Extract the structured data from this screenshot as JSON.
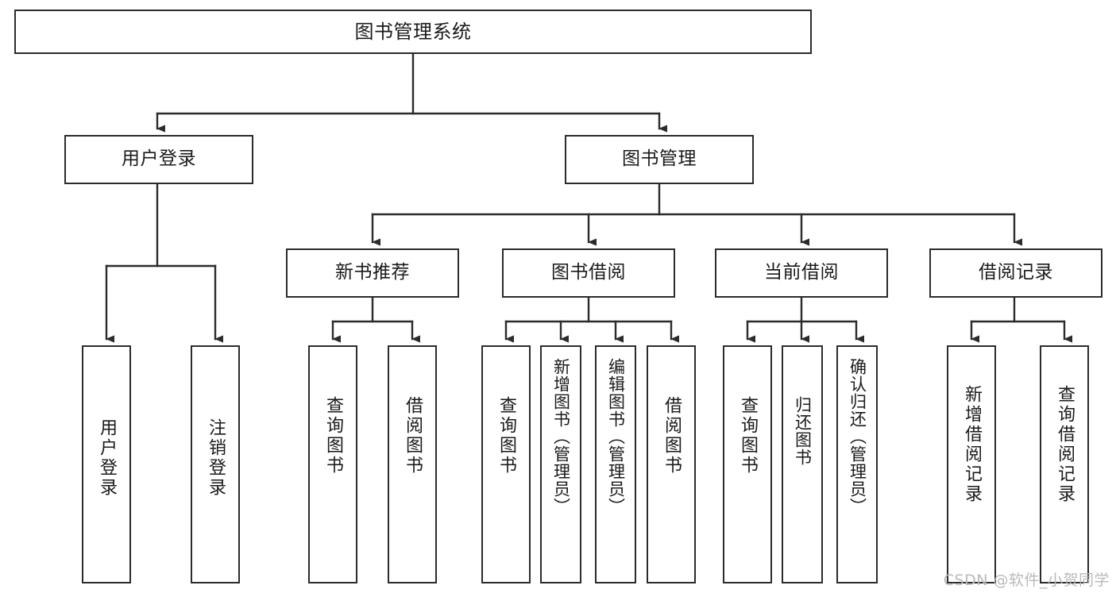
{
  "diagram": {
    "title": "图书管理系统",
    "type": "tree-hierarchy",
    "root": {
      "id": "root",
      "label": "图书管理系统"
    },
    "level2": [
      {
        "id": "user-login",
        "label": "用户登录"
      },
      {
        "id": "book-manage",
        "label": "图书管理"
      }
    ],
    "level3": [
      {
        "id": "new-book-recommend",
        "label": "新书推荐"
      },
      {
        "id": "book-borrow",
        "label": "图书借阅"
      },
      {
        "id": "current-borrow",
        "label": "当前借阅"
      },
      {
        "id": "borrow-record",
        "label": "借阅记录"
      }
    ],
    "leaves": {
      "user_login": [
        {
          "id": "leaf-user-login",
          "label": "用户登录"
        },
        {
          "id": "leaf-logout-login",
          "label": "注销登录"
        }
      ],
      "new_book_recommend": [
        {
          "id": "leaf-query-book-1",
          "label": "查询图书"
        },
        {
          "id": "leaf-borrow-book-1",
          "label": "借阅图书"
        }
      ],
      "book_borrow": [
        {
          "id": "leaf-query-book-2",
          "label": "查询图书"
        },
        {
          "id": "leaf-add-book",
          "label": "新增图书（管理员）"
        },
        {
          "id": "leaf-edit-book",
          "label": "编辑图书（管理员）"
        },
        {
          "id": "leaf-borrow-book-2",
          "label": "借阅图书"
        }
      ],
      "current_borrow": [
        {
          "id": "leaf-query-book-3",
          "label": "查询图书"
        },
        {
          "id": "leaf-return-book",
          "label": "归还图书"
        },
        {
          "id": "leaf-confirm-return",
          "label": "确认归还（管理员）"
        }
      ],
      "borrow_record": [
        {
          "id": "leaf-add-record",
          "label": "新增借阅记录"
        },
        {
          "id": "leaf-query-record",
          "label": "查询借阅记录"
        }
      ]
    },
    "colors": {
      "stroke": "#2b2b2b",
      "fill": "#ffffff",
      "text": "#1a1a1a",
      "watermark": "#b9b9b9"
    }
  },
  "watermark": {
    "text": "CSDN @软件_小贺同学"
  }
}
